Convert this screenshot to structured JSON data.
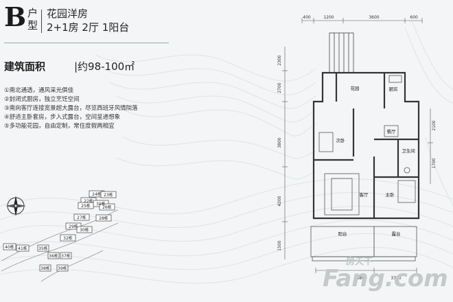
{
  "unit_type": {
    "letter": "B",
    "suffix": "户型",
    "name": "花园洋房",
    "layout": "2+1房 2厅 1阳台"
  },
  "area": {
    "label": "建筑面积",
    "value": "|约98-100㎡"
  },
  "features": [
    "①南北通透，通风采光俱佳",
    "②封闭式厨房，独立烹饪空间",
    "③南向客厅连接宽景超大露台，尽览西班牙风情院落",
    "④舒适主卧套房，步入式露台，空间呈递想象",
    "⑤多功能花园，自由定制，常住度假两相宜"
  ],
  "site_map": {
    "buildings": [
      "24栋",
      "23栋",
      "22栋",
      "25栋",
      "26栋",
      "27栋",
      "28栋",
      "29栋",
      "30栋",
      "31栋",
      "32栋",
      "40栋",
      "41栋",
      "35栋",
      "36栋",
      "37栋",
      "38栋",
      "39栋"
    ]
  },
  "floorplan": {
    "rooms": [
      "花园",
      "厨房",
      "餐厅",
      "次卧",
      "卫生间",
      "客厅",
      "主卧",
      "阳台",
      "露台"
    ],
    "dims_top": [
      "400",
      "1200",
      "3600",
      "600"
    ],
    "dims_left": [
      "2300",
      "2700",
      "3800",
      "4200",
      "1500"
    ],
    "dims_right": [
      "2100",
      "1700"
    ],
    "dims_bottom": [
      "4800",
      "3710"
    ]
  },
  "watermark": {
    "top": "房天下",
    "main": "Fang.com"
  }
}
